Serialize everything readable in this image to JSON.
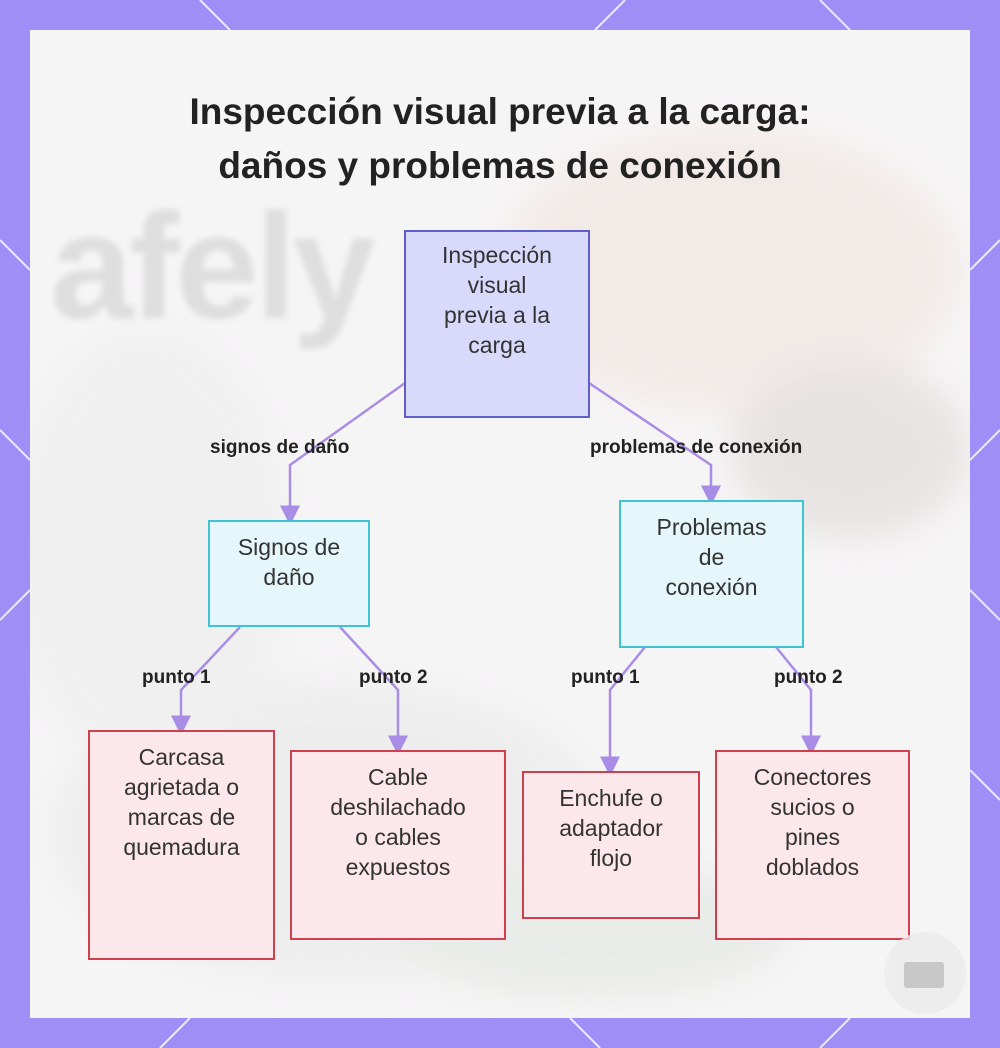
{
  "title": {
    "line1": "Inspección visual previa a la carga:",
    "line2": "daños y problemas de conexión"
  },
  "background_logo": "afely",
  "nodes": {
    "root": [
      "Inspección",
      "visual",
      "previa a la",
      "carga"
    ],
    "damage": [
      "Signos de",
      "daño"
    ],
    "connection": [
      "Problemas",
      "de",
      "conexión"
    ],
    "damage_leaf1": [
      "Carcasa",
      "agrietada o",
      "marcas de",
      "quemadura"
    ],
    "damage_leaf2": [
      "Cable",
      "deshilachado",
      "o cables",
      "expuestos"
    ],
    "connection_leaf1": [
      "Enchufe o",
      "adaptador",
      "flojo"
    ],
    "connection_leaf2": [
      "Conectores",
      "sucios o",
      "pines",
      "doblados"
    ]
  },
  "edge_labels": {
    "damage": "signos de daño",
    "connection": "problemas de conexión",
    "damage_p1": "punto 1",
    "damage_p2": "punto 2",
    "connection_p1": "punto 1",
    "connection_p2": "punto 2"
  },
  "colors": {
    "frame": "#a08ef7",
    "root_fill": "#d9d9fb",
    "root_border": "#5e5fc8",
    "mid_fill": "#e6f7fb",
    "mid_border": "#41c3d6",
    "leaf_fill": "#fce8ea",
    "leaf_border": "#cf404f",
    "connector": "#a98ce6"
  }
}
